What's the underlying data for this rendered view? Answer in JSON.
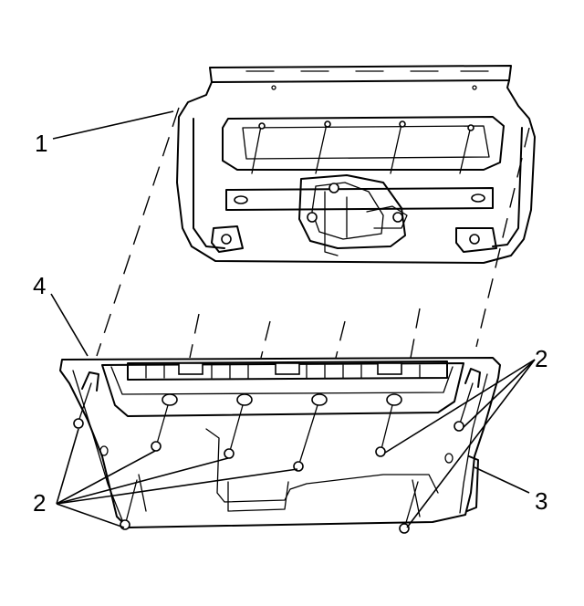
{
  "diagram": {
    "callouts": [
      "1",
      "2",
      "2",
      "3",
      "4"
    ]
  }
}
